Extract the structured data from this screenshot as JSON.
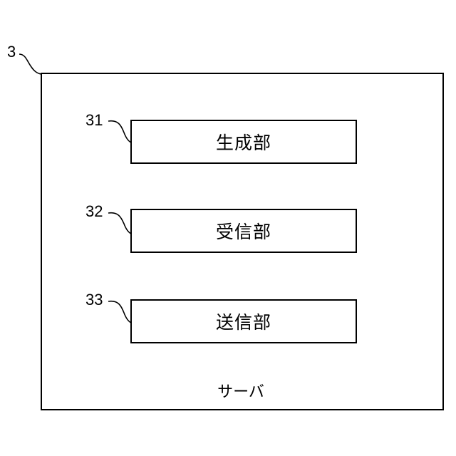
{
  "server": {
    "ref": "3",
    "label": "サーバ"
  },
  "units": [
    {
      "ref": "31",
      "label": "生成部"
    },
    {
      "ref": "32",
      "label": "受信部"
    },
    {
      "ref": "33",
      "label": "送信部"
    }
  ]
}
